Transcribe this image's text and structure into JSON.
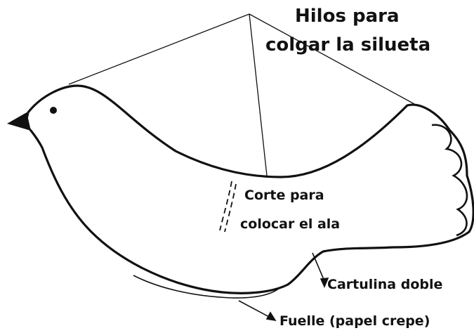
{
  "diagram": {
    "title_line1": "Hilos para",
    "title_line2": "colgar la silueta",
    "cut_line1": "Corte para",
    "cut_line2": "colocar el ala",
    "cardstock": "Cartulina doble",
    "bellows": "Fuelle (papel crepe)"
  },
  "colors": {
    "ink": "#111111",
    "paper": "#ffffff"
  }
}
